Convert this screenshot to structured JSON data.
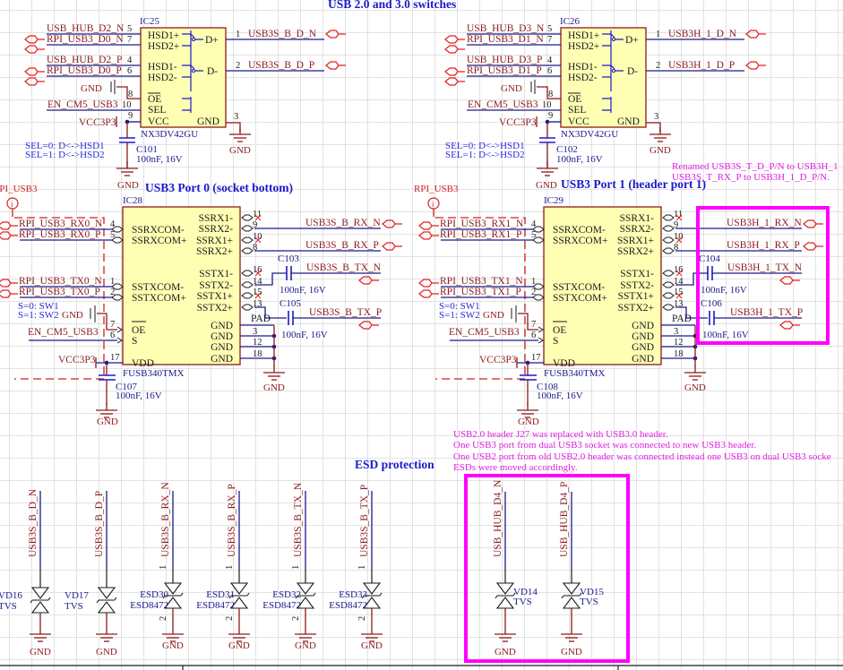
{
  "sheet": {
    "titles": {
      "switches": "USB 2.0 and 3.0 switches",
      "port0": "USB3 Port 0 (socket bottom)",
      "port1": "USB3 Port 1 (header port 1)",
      "esd": "ESD protection"
    },
    "notes": {
      "rename": [
        "Renamed USB3S_T_D_P/N to USB3H_1",
        "USB3S_T_RX_P to USB3H_1_D_P/N."
      ],
      "header": [
        "USB2.0 header J27 was replaced with USB3.0 header.",
        "One USB3 port from dual USB3 socket was connected to new USB3 header.",
        "One USB2 port from old USB2.0 header was connected instead one USB3 on dual USB3 socke",
        "ESDs were moved accordingly."
      ]
    },
    "highlight_color": "#ff00ff",
    "grid_color": "#e2e2e2"
  },
  "ic25": {
    "ref": "IC25",
    "part": "NX3DV42GU",
    "pins_left": [
      "HSD1+",
      "HSD2+",
      "HSD1-",
      "HSD2-",
      "OE",
      "SEL",
      "VCC"
    ],
    "pins_right": [
      "D+",
      "D-",
      "GND"
    ],
    "pin_numbers": {
      "hsd1p": "5",
      "hsd2p": "7",
      "hsd1n": "4",
      "hsd2n": "6",
      "oe": "8",
      "sel": "10",
      "vcc": "9",
      "dp": "1",
      "dn": "2",
      "gnd": "3"
    },
    "nets_left": [
      "USB_HUB_D2_N",
      "RPI_USB3_D0_N",
      "USB_HUB_D2_P",
      "RPI_USB3_D0_P"
    ],
    "nets_right": [
      "USB3S_B_D_N",
      "USB3S_B_D_P"
    ],
    "gnd": "GND",
    "en": "EN_CM5_USB3",
    "vcc": "VCC3P3",
    "cap": {
      "ref": "C101",
      "value": "100nF, 16V"
    },
    "hint": [
      "SEL=0: D<->HSD1",
      "SEL=1: D<->HSD2"
    ]
  },
  "ic26": {
    "ref": "IC26",
    "part": "NX3DV42GU",
    "pins_left": [
      "HSD1+",
      "HSD2+",
      "HSD1-",
      "HSD2-",
      "OE",
      "SEL",
      "VCC"
    ],
    "pins_right": [
      "D+",
      "D-",
      "GND"
    ],
    "pin_numbers": {
      "hsd1p": "5",
      "hsd2p": "7",
      "hsd1n": "4",
      "hsd2n": "6",
      "oe": "8",
      "sel": "10",
      "vcc": "9",
      "dp": "1",
      "dn": "2",
      "gnd": "3"
    },
    "nets_left": [
      "USB_HUB_D3_N",
      "RPI_USB3_D1_N",
      "USB_HUB_D3_P",
      "RPI_USB3_D1_P"
    ],
    "nets_right": [
      "USB3H_1_D_N",
      "USB3H_1_D_P"
    ],
    "gnd": "GND",
    "en": "EN_CM5_USB3",
    "vcc": "VCC3P3",
    "cap": {
      "ref": "C102",
      "value": "100nF, 16V"
    },
    "hint": [
      "SEL=0: D<->HSD1",
      "SEL=1: D<->HSD2"
    ]
  },
  "ic28": {
    "ref": "IC28",
    "part": "FUSB340TMX",
    "port_label": "RPI_USB3",
    "port_index": "i",
    "pins_left": [
      "SSRXCOM-",
      "SSRXCOM+",
      "SSTXCOM-",
      "SSTXCOM+",
      "OE",
      "S",
      "VDD"
    ],
    "pins_right": [
      "SSRX1-",
      "SSRX2-",
      "SSRX1+",
      "SSRX2+",
      "SSTX1-",
      "SSTX2-",
      "SSTX1+",
      "SSTX2+",
      "GND",
      "GND",
      "GND",
      "GND"
    ],
    "pin_numbers_left": [
      "4",
      "5",
      "1",
      "2",
      "7",
      "6",
      "17"
    ],
    "pin_numbers_right": [
      "11",
      "9",
      "10",
      "8",
      "16",
      "14",
      "15",
      "13",
      "PAD",
      "3",
      "12",
      "18"
    ],
    "nets_left": [
      "RPI_USB3_RX0_N",
      "RPI_USB3_RX0_P",
      "RPI_USB3_TX0_N",
      "RPI_USB3_TX0_P"
    ],
    "nets_right": [
      "USB3S_B_RX_N",
      "USB3S_B_RX_P",
      "USB3S_B_TX_N",
      "USB3S_B_TX_P"
    ],
    "caps": [
      {
        "ref": "C103",
        "value": "100nF, 16V"
      },
      {
        "ref": "C105",
        "value": "100nF, 16V"
      }
    ],
    "vdd_cap": {
      "ref": "C107",
      "value": "100nF, 16V"
    },
    "gnd": "GND",
    "en": "EN_CM5_USB3",
    "vcc": "VCC3P3",
    "hint": [
      "S=0: SW1",
      "S=1: SW2"
    ]
  },
  "ic29": {
    "ref": "IC29",
    "part": "FUSB340TMX",
    "port_label": "RPI_USB3",
    "port_index": "i",
    "pins_left": [
      "SSRXCOM-",
      "SSRXCOM+",
      "SSTXCOM-",
      "SSTXCOM+",
      "OE",
      "S",
      "VDD"
    ],
    "pins_right": [
      "SSRX1-",
      "SSRX2-",
      "SSRX1+",
      "SSRX2+",
      "SSTX1-",
      "SSTX2-",
      "SSTX1+",
      "SSTX2+",
      "GND",
      "GND",
      "GND",
      "GND"
    ],
    "pin_numbers_left": [
      "4",
      "5",
      "1",
      "2",
      "7",
      "6",
      "17"
    ],
    "pin_numbers_right": [
      "11",
      "9",
      "10",
      "8",
      "16",
      "14",
      "15",
      "13",
      "PAD",
      "3",
      "12",
      "18"
    ],
    "nets_left": [
      "RPI_USB3_RX1_N",
      "RPI_USB3_RX1_P",
      "RPI_USB3_TX1_N",
      "RPI_USB3_TX1_P"
    ],
    "nets_right": [
      "USB3H_1_RX_N",
      "USB3H_1_RX_P",
      "USB3H_1_TX_N",
      "USB3H_1_TX_P"
    ],
    "caps": [
      {
        "ref": "C104",
        "value": "100nF, 16V"
      },
      {
        "ref": "C106",
        "value": "100nF, 16V"
      }
    ],
    "vdd_cap": {
      "ref": "C108",
      "value": "100nF, 16V"
    },
    "gnd": "GND",
    "en": "EN_CM5_USB3",
    "vcc": "VCC3P3",
    "hint": [
      "S=0: SW1",
      "S=1: SW2"
    ]
  },
  "esd": {
    "items": [
      {
        "net": "USB3S_B_D_N",
        "ref": "VD16",
        "part": "TVS",
        "gnd": "GND"
      },
      {
        "net": "USB3S_B_D_P",
        "ref": "VD17",
        "part": "TVS",
        "gnd": "GND"
      },
      {
        "net": "USB3S_B_RX_N",
        "ref": "ESD30",
        "part": "ESD8472",
        "gnd": "GND",
        "pin1": "1",
        "pin2": "2"
      },
      {
        "net": "USB3S_B_RX_P",
        "ref": "ESD31",
        "part": "ESD8472",
        "gnd": "GND",
        "pin1": "1",
        "pin2": "2"
      },
      {
        "net": "USB3S_B_TX_N",
        "ref": "ESD32",
        "part": "ESD8472",
        "gnd": "GND",
        "pin1": "1",
        "pin2": "2"
      },
      {
        "net": "USB3S_B_TX_P",
        "ref": "ESD33",
        "part": "ESD8472",
        "gnd": "GND",
        "pin1": "1",
        "pin2": "2"
      },
      {
        "net": "USB_HUB_D4_N",
        "ref": "VD14",
        "part": "TVS",
        "gnd": "GND"
      },
      {
        "net": "USB_HUB_D4_P",
        "ref": "VD15",
        "part": "TVS",
        "gnd": "GND"
      }
    ]
  }
}
